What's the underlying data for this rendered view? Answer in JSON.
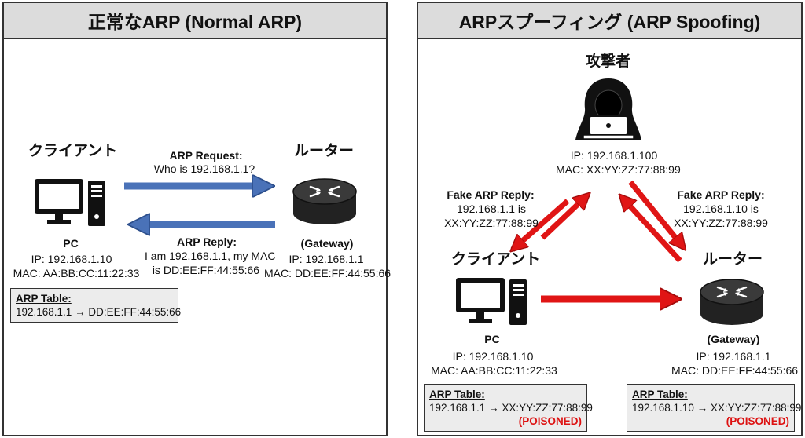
{
  "left": {
    "title": "正常なARP (Normal ARP)",
    "client": {
      "name": "クライアント",
      "sub": "PC",
      "ip": "IP: 192.168.1.10",
      "mac": "MAC: AA:BB:CC:11:22:33"
    },
    "router": {
      "name": "ルーター",
      "sub": "(Gateway)",
      "ip": "IP: 192.168.1.1",
      "mac": "MAC: DD:EE:FF:44:55:66"
    },
    "request": {
      "title": "ARP Request:",
      "text": "Who is 192.168.1.1?"
    },
    "reply": {
      "title": "ARP Reply:",
      "line1": "I am 192.168.1.1, my MAC",
      "line2": "is DD:EE:FF:44:55:66"
    },
    "table": {
      "heading": "ARP Table:",
      "entry": "192.168.1.1 → DD:EE:FF:44:55:66"
    }
  },
  "right": {
    "title": "ARPスプーフィング (ARP Spoofing)",
    "attacker": {
      "name": "攻撃者",
      "ip": "IP: 192.168.1.100",
      "mac": "MAC: XX:YY:ZZ:77:88:99"
    },
    "client": {
      "name": "クライアント",
      "sub": "PC",
      "ip": "IP: 192.168.1.10",
      "mac": "MAC: AA:BB:CC:11:22:33"
    },
    "router": {
      "name": "ルーター",
      "sub": "(Gateway)",
      "ip": "IP: 192.168.1.1",
      "mac": "MAC: DD:EE:FF:44:55:66"
    },
    "fake_left": {
      "title": "Fake ARP Reply:",
      "line1": "192.168.1.1 is",
      "line2": "XX:YY:ZZ:77:88:99"
    },
    "fake_right": {
      "title": "Fake ARP Reply:",
      "line1": "192.168.1.10 is",
      "line2": "XX:YY:ZZ:77:88:99"
    },
    "table_client": {
      "heading": "ARP Table:",
      "entry": "192.168.1.1 → XX:YY:ZZ:77:88:99",
      "tag": "(POISONED)"
    },
    "table_router": {
      "heading": "ARP Table:",
      "entry": "192.168.1.10 → XX:YY:ZZ:77:88:99",
      "tag": "(POISONED)"
    }
  },
  "colors": {
    "normal_arrow": "#4a72b8",
    "spoof_arrow": "#e01515",
    "panel_header": "#dcdcdc"
  }
}
